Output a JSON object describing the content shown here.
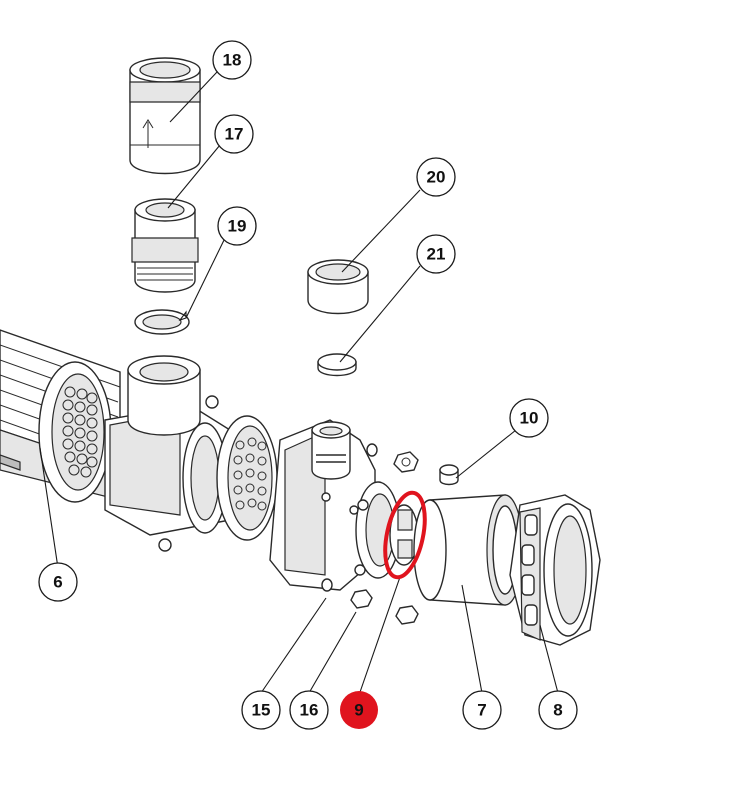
{
  "diagram": {
    "callouts": [
      {
        "id": "18",
        "label": "18"
      },
      {
        "id": "17",
        "label": "17"
      },
      {
        "id": "19",
        "label": "19"
      },
      {
        "id": "20",
        "label": "20"
      },
      {
        "id": "21",
        "label": "21"
      },
      {
        "id": "10",
        "label": "10"
      },
      {
        "id": "6",
        "label": "6"
      },
      {
        "id": "15",
        "label": "15"
      },
      {
        "id": "16",
        "label": "16"
      },
      {
        "id": "9",
        "label": "9",
        "highlighted": true
      },
      {
        "id": "7",
        "label": "7"
      },
      {
        "id": "8",
        "label": "8"
      }
    ],
    "highlight_color": "#e0141e"
  }
}
